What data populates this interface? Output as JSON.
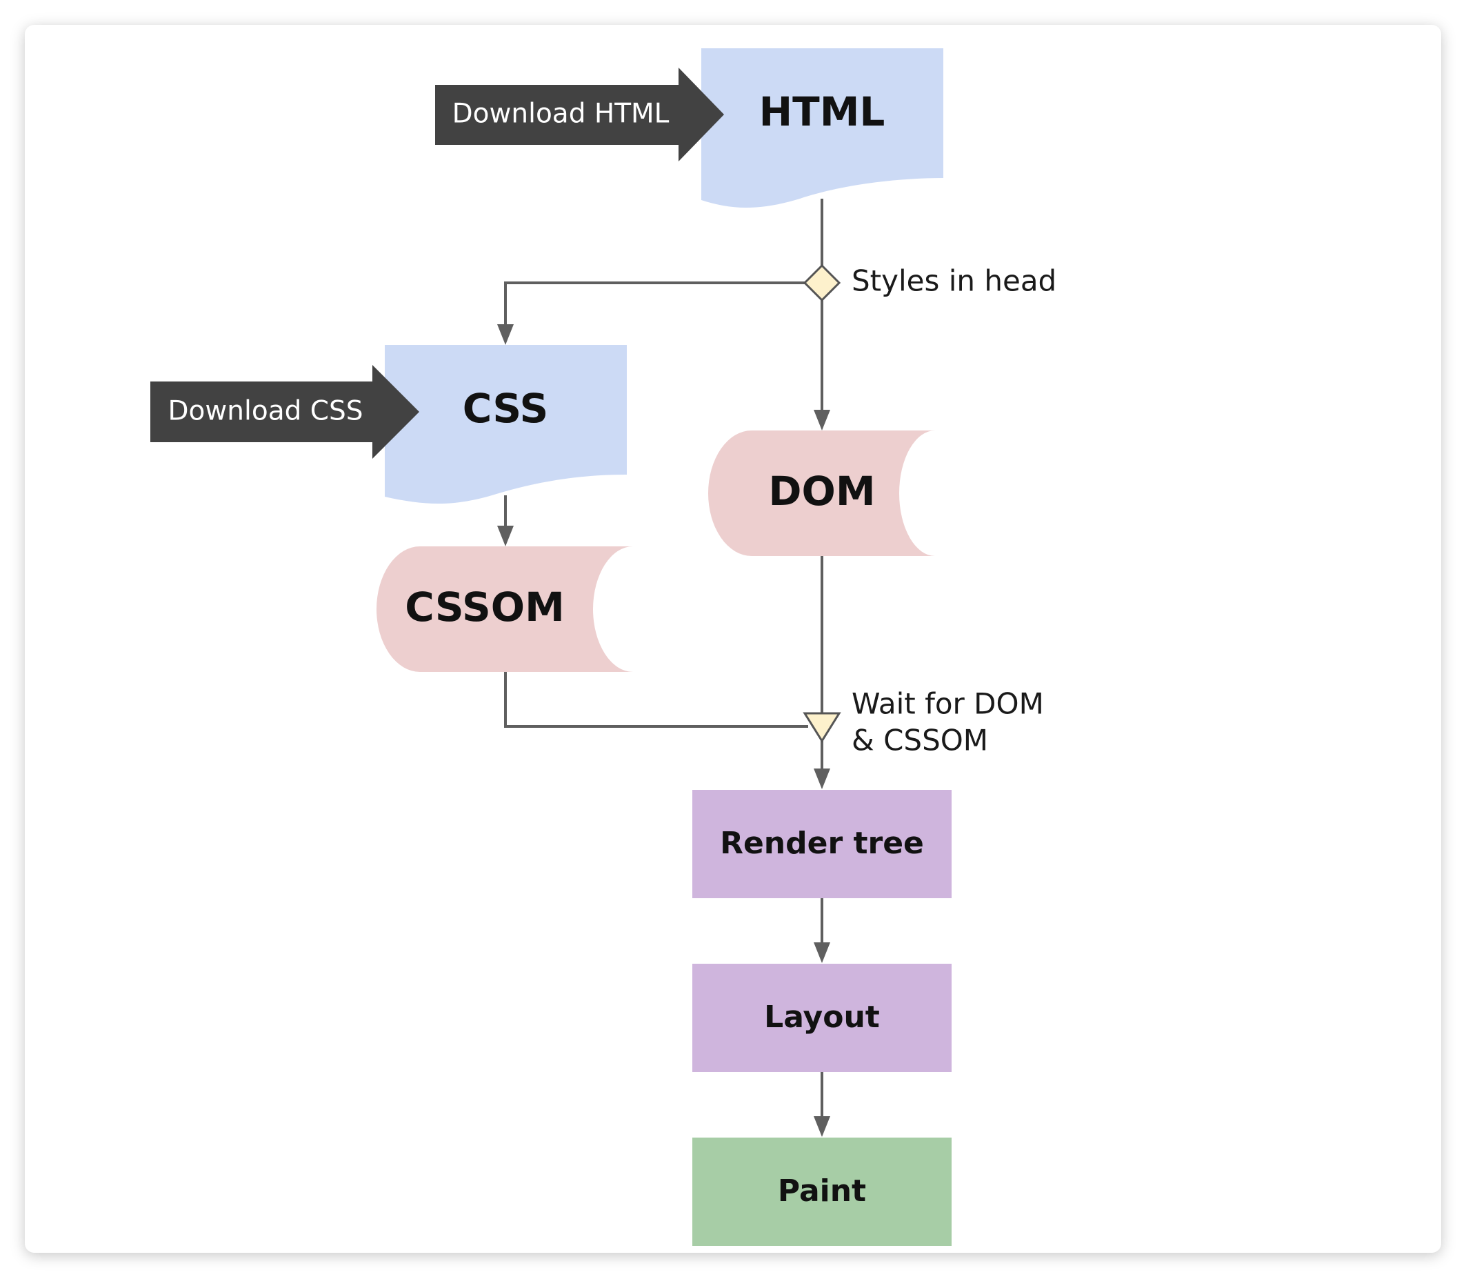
{
  "nodes": {
    "html": "HTML",
    "css": "CSS",
    "dom": "DOM",
    "cssom": "CSSOM",
    "render_tree": "Render tree",
    "layout": "Layout",
    "paint": "Paint"
  },
  "inputs": {
    "download_html": "Download HTML",
    "download_css": "Download CSS"
  },
  "gates": {
    "styles_in_head": "Styles in head",
    "wait_line1": "Wait for DOM",
    "wait_line2": "& CSSOM"
  },
  "colors": {
    "document": "#ccdaf5",
    "store": "#edcfcf",
    "process": "#cfb5dd",
    "paint": "#a7cda6",
    "gate": "#fdf1cc",
    "banner": "#424242",
    "edge": "#5f5f5f"
  }
}
